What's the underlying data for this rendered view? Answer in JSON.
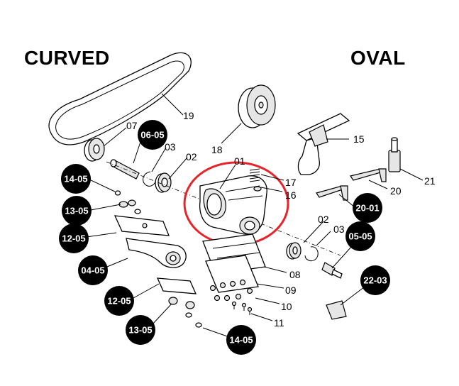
{
  "headings": {
    "left": "CURVED",
    "right": "OVAL"
  },
  "colors": {
    "highlight": "#e8232a",
    "badge": "#000000",
    "line": "#000000"
  },
  "labels": [
    "19",
    "07",
    "03",
    "02",
    "18",
    "01",
    "17",
    "16",
    "15",
    "21",
    "20",
    "02",
    "03",
    "08",
    "09",
    "10",
    "11"
  ],
  "badges": [
    "06-05",
    "14-05",
    "13-05",
    "12-05",
    "04-05",
    "12-05",
    "13-05",
    "14-05",
    "20-01",
    "05-05",
    "22-03"
  ]
}
